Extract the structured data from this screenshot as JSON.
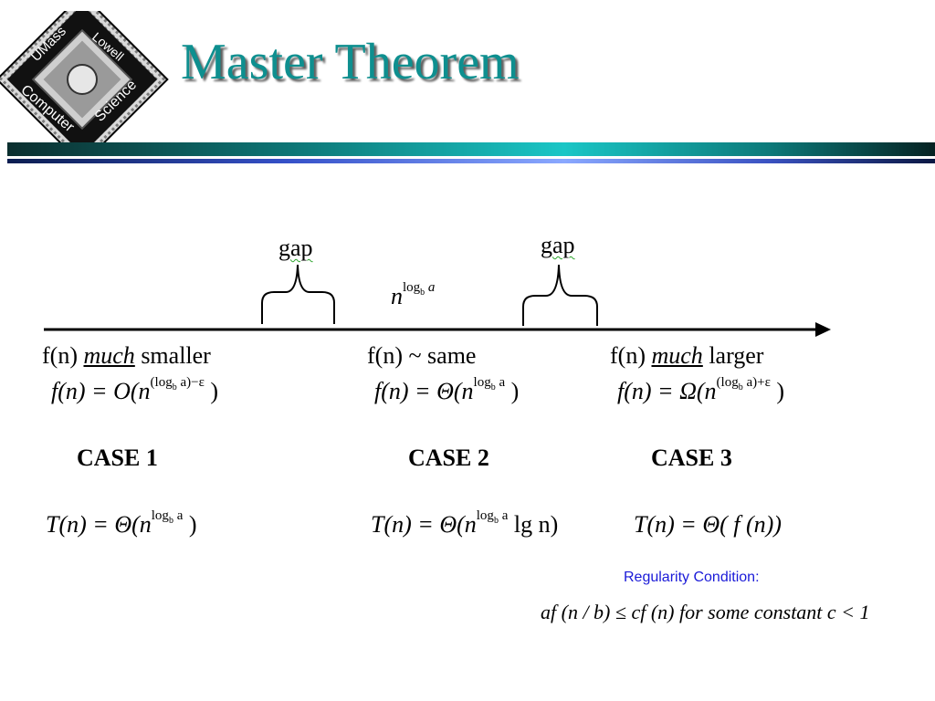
{
  "logo": {
    "top_text": "Lowell",
    "left_text": "UMass",
    "bottom_left_text": "Computer",
    "bottom_right_text": "Science"
  },
  "title": "Master Theorem",
  "gaps": [
    "gap",
    "gap"
  ],
  "center_label": {
    "base": "n",
    "exp": "log",
    "exp_sub": "b",
    "exp_tail": " a"
  },
  "regions": [
    {
      "pre": "f(n) ",
      "emph": "much",
      "post": " smaller"
    },
    {
      "text": "f(n) ~ same"
    },
    {
      "pre": "f(n) ",
      "emph": "much",
      "post": " larger"
    }
  ],
  "conditions": [
    {
      "left": "f(n) = O(n",
      "exp": "(log",
      "sub": "b",
      "exp_tail": " a)−ε",
      "right": " )"
    },
    {
      "left": "f(n) = Θ(n",
      "exp": "log",
      "sub": "b",
      "exp_tail": " a",
      "right": " )"
    },
    {
      "left": "f(n) = Ω(n",
      "exp": "(log",
      "sub": "b",
      "exp_tail": " a)+ε",
      "right": " )"
    }
  ],
  "cases": [
    "CASE 1",
    "CASE 2",
    "CASE 3"
  ],
  "solutions": [
    {
      "left": "T(n) = Θ(n",
      "exp": "log",
      "sub": "b",
      "exp_tail": " a",
      "right": " )"
    },
    {
      "left": "T(n) = Θ(n",
      "exp": "log",
      "sub": "b",
      "exp_tail": " a",
      "right": " lg n)"
    },
    {
      "left": "T(n) = Θ( f (n))",
      "exp": "",
      "sub": "",
      "exp_tail": "",
      "right": ""
    }
  ],
  "regularity": {
    "label": "Regularity Condition:",
    "formula": "af (n / b) ≤ cf (n)   for some constant c < 1"
  },
  "colors": {
    "title": "#0e8f8f",
    "regularity_label": "#1a1ad8"
  }
}
